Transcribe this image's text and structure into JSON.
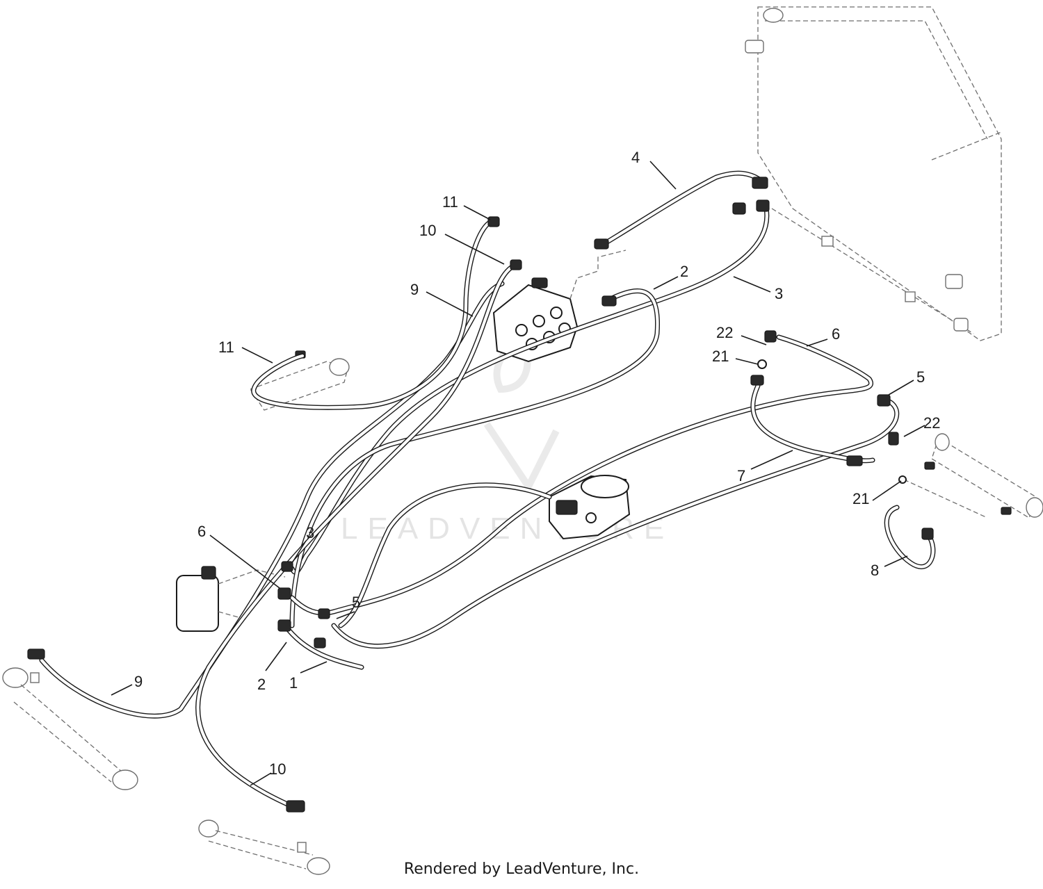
{
  "callouts": {
    "c1": "1",
    "c2a": "2",
    "c2b": "2",
    "c3a": "3",
    "c3b": "3",
    "c4": "4",
    "c5a": "5",
    "c5b": "5",
    "c6a": "6",
    "c6b": "6",
    "c7": "7",
    "c8": "8",
    "c9a": "9",
    "c9b": "9",
    "c10a": "10",
    "c10b": "10",
    "c11a": "11",
    "c11b": "11",
    "c21a": "21",
    "c21b": "21",
    "c22a": "22",
    "c22b": "22"
  },
  "watermark": "LEADVENTURE",
  "footer": "Rendered by LeadVenture, Inc."
}
